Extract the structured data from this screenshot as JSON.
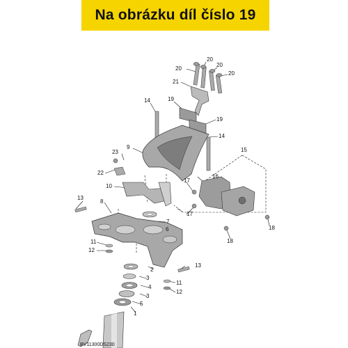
{
  "banner": {
    "text": "Na obrázku díl číslo 19"
  },
  "diagram_code": "BV11300DS230",
  "part_labels": [
    "20",
    "20",
    "20",
    "20",
    "21",
    "14",
    "19",
    "19",
    "14",
    "9",
    "15",
    "23",
    "22",
    "16",
    "10",
    "17",
    "13",
    "8",
    "17",
    "7",
    "18",
    "6",
    "18",
    "11",
    "12",
    "1",
    "2",
    "3",
    "4",
    "5",
    "3",
    "11",
    "12",
    "13"
  ],
  "colors": {
    "banner": "#f6d400",
    "part_fill": "#b8b8b8",
    "part_shade": "#8c8c8c",
    "line": "#111111"
  }
}
